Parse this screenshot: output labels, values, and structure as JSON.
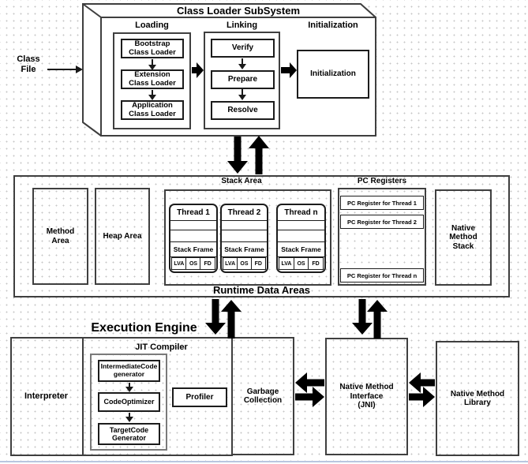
{
  "class_loader": {
    "title": "Class Loader SubSystem",
    "input_label": "Class\nFile",
    "loading": {
      "label": "Loading",
      "items": [
        "Bootstrap\nClass Loader",
        "Extension\nClass Loader",
        "Application\nClass Loader"
      ]
    },
    "linking": {
      "label": "Linking",
      "items": [
        "Verify",
        "Prepare",
        "Resolve"
      ]
    },
    "initialization": {
      "label": "Initialization",
      "box_label": "Initialization"
    }
  },
  "runtime": {
    "title": "Runtime Data Areas",
    "method_area": "Method\nArea",
    "heap_area": "Heap Area",
    "stack_area": {
      "label": "Stack Area",
      "threads": [
        {
          "name": "Thread 1",
          "frame_label": "Stack Frame",
          "cells": [
            "LVA",
            "OS",
            "FD"
          ]
        },
        {
          "name": "Thread 2",
          "frame_label": "Stack Frame",
          "cells": [
            "LVA",
            "OS",
            "FD"
          ]
        },
        {
          "name": "Thread n",
          "frame_label": "Stack Frame",
          "cells": [
            "LVA",
            "OS",
            "FD"
          ]
        }
      ]
    },
    "pc_registers": {
      "label": "PC Registers",
      "items": [
        "PC Register for Thread 1",
        "PC Register for Thread 2",
        "PC Register for Thread n"
      ]
    },
    "native_method_stack": "Native\nMethod\nStack"
  },
  "execution_engine": {
    "title": "Execution Engine",
    "interpreter": "Interpreter",
    "jit": {
      "label": "JIT Compiler",
      "steps": [
        "IntermediateCode\ngenerator",
        "CodeOptimizer",
        "TargetCode\nGenerator"
      ],
      "profiler": "Profiler"
    },
    "garbage_collection": "Garbage\nCollection"
  },
  "native": {
    "jni": "Native Method\nInterface\n(JNI)",
    "library": "Native Method\nLibrary"
  },
  "colors": {
    "border": "#3f3f3f",
    "arrow": "#000000",
    "dot_grid": "#c6c6c6",
    "baseline": "#b9c6e0"
  }
}
